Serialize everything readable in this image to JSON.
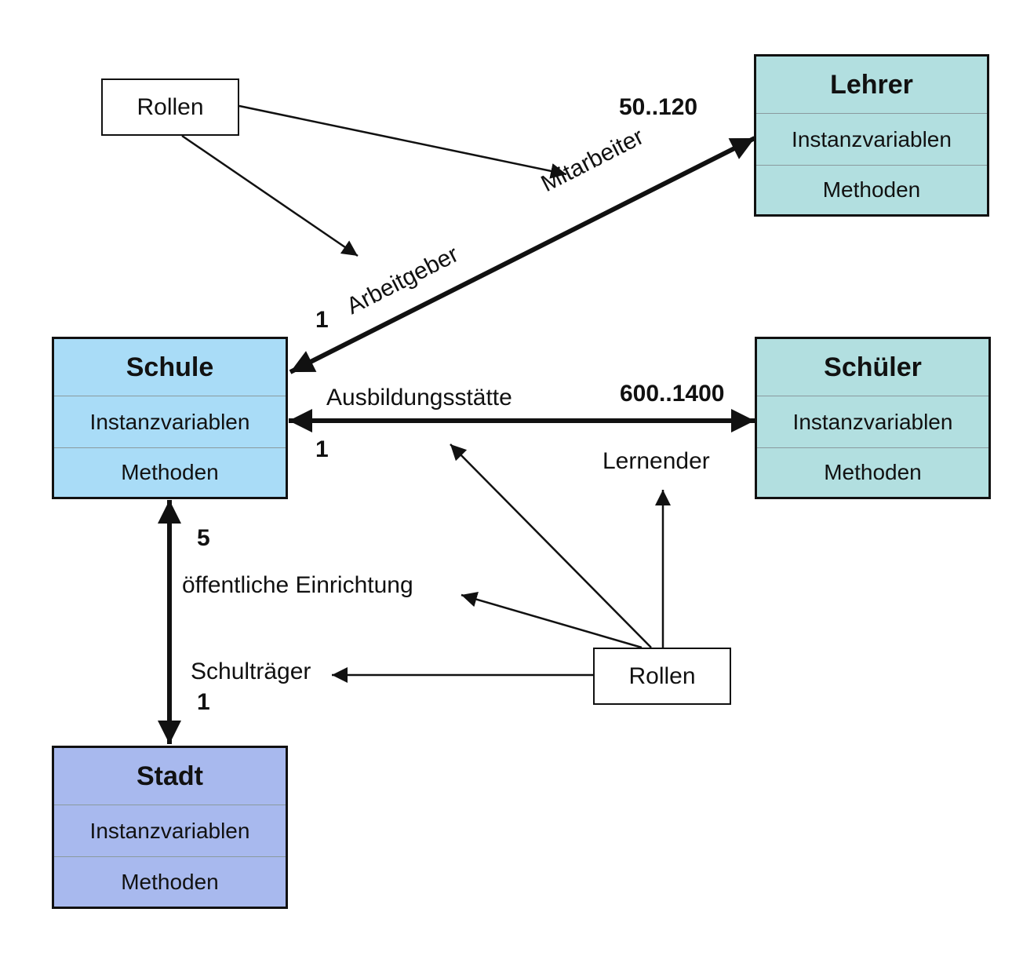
{
  "classes": {
    "lehrer": {
      "title": "Lehrer",
      "fields": "Instanzvariablen",
      "methods": "Methoden",
      "color": "#b2dfe0"
    },
    "schule": {
      "title": "Schule",
      "fields": "Instanzvariablen",
      "methods": "Methoden",
      "color": "#a9dcf7"
    },
    "schueler": {
      "title": "Schüler",
      "fields": "Instanzvariablen",
      "methods": "Methoden",
      "color": "#b2dfe0"
    },
    "stadt": {
      "title": "Stadt",
      "fields": "Instanzvariablen",
      "methods": "Methoden",
      "color": "#a8b9ee"
    }
  },
  "role_boxes": {
    "top": "Rollen",
    "bottom": "Rollen"
  },
  "associations": {
    "schule_lehrer": {
      "role_schule": "Arbeitgeber",
      "role_lehrer": "Mitarbeiter",
      "mult_schule": "1",
      "mult_lehrer": "50..120"
    },
    "schule_schueler": {
      "role_schule": "Ausbildungsstätte",
      "role_schueler": "Lernender",
      "mult_schule": "1",
      "mult_schueler": "600..1400"
    },
    "schule_stadt": {
      "role_schule": "öffentliche Einrichtung",
      "role_stadt": "Schulträger",
      "mult_schule": "5",
      "mult_stadt": "1"
    }
  }
}
